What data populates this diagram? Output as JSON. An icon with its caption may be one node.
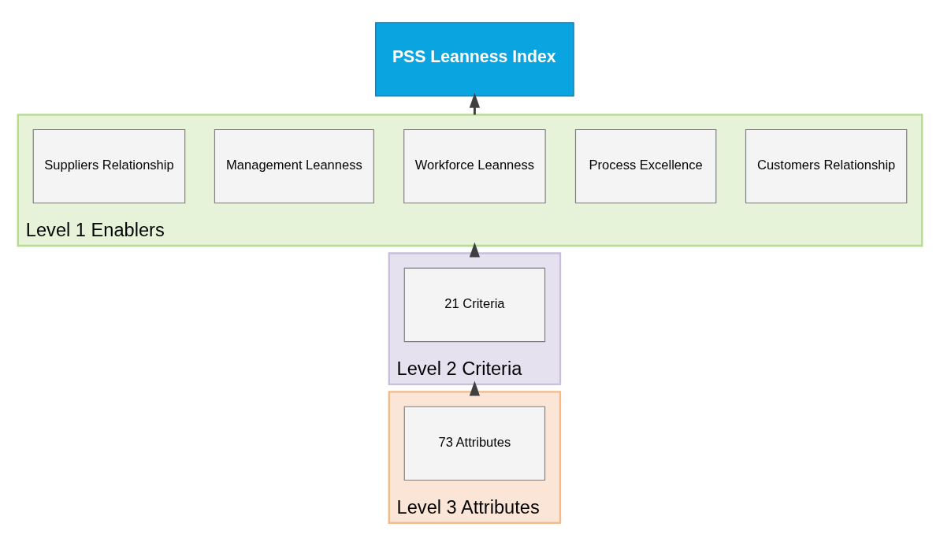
{
  "diagram": {
    "nodes": [
      {
        "text": [
          "PSS Leanness Index"
        ]
      },
      {
        "text": [
          "Level 1 Enablers"
        ]
      },
      {
        "text": [
          "Suppliers Relationship"
        ],
        "in": 1
      },
      {
        "text": [
          "Management Leanness"
        ],
        "in": 1
      },
      {
        "text": [
          "Workforce Leanness"
        ],
        "in": 1
      },
      {
        "text": [
          "Process Excellence"
        ],
        "in": 1
      },
      {
        "text": [
          "Customers Relationship"
        ],
        "in": 1
      },
      {
        "text": [
          "Level 2 Criteria"
        ]
      },
      {
        "text": [
          "21 Criteria"
        ],
        "in": 7
      },
      {
        "text": [
          "Level 3 Attributes"
        ]
      },
      {
        "text": [
          "73 Attributes"
        ],
        "in": 9
      }
    ],
    "edges": [
      {
        "from": 1,
        "to": 0,
        "arrow": "to"
      },
      {
        "from": 7,
        "to": 1,
        "arrow": "to"
      },
      {
        "from": 9,
        "to": 7,
        "arrow": "to"
      }
    ]
  }
}
